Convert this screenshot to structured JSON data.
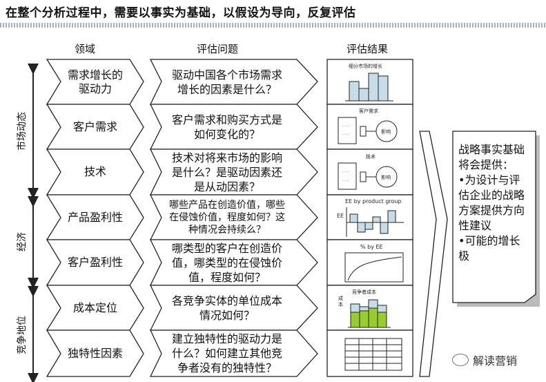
{
  "title": "在整个分析过程中，需要以事实为基础，以假设为导向，反复评估",
  "headers": {
    "domain": "领域",
    "question": "评估问题",
    "result": "评估结果"
  },
  "groups": [
    {
      "label": "市场动态"
    },
    {
      "label": "经济"
    },
    {
      "label": "竞争地位"
    }
  ],
  "rows": [
    {
      "domain": "需求增长的\n驱动力",
      "question": "驱动中国各个市场需求\n增长的因素是什么？",
      "result_caption": "细分市场的增长"
    },
    {
      "domain": "客户需求",
      "question": "客户需求和购买方式是\n如何变化的？",
      "result_caption": "客户需求",
      "result_circle": "影响"
    },
    {
      "domain": "技术",
      "question": "技术对将来市场的影响\n是什么？是驱动因素还\n是从动因素？",
      "result_caption": "技术",
      "result_circle": "影响"
    },
    {
      "domain": "产品盈利性",
      "question": "哪些产品在创造价值，哪些\n在侵蚀价值，程度如何？这\n种情况会持续么？",
      "result_caption": "EE by product group",
      "result_axis": "EE"
    },
    {
      "domain": "客户盈利性",
      "question": "哪类型的客户在创造价\n值，哪类型的在侵蚀价\n值，程度如何？",
      "result_caption": "% by EE"
    },
    {
      "domain": "成本定位",
      "question": "各竞争实体的单位成本\n情况如何？",
      "result_caption": "竞争者成本",
      "result_axis": "成本"
    },
    {
      "domain": "独特性因素",
      "question": "建立独特性的驱动力是\n什么？如何建立其他竞\n争者没有的独特性？"
    }
  ],
  "strategy": "战略事实基础\n将会提供：\n•为设计与评估企业的战略方案提供方向性建议\n•可能的增长极",
  "watermark": "解读营销",
  "colors": {
    "green": "#99cc33",
    "teal": "#c6dde8",
    "border": "#222222"
  }
}
